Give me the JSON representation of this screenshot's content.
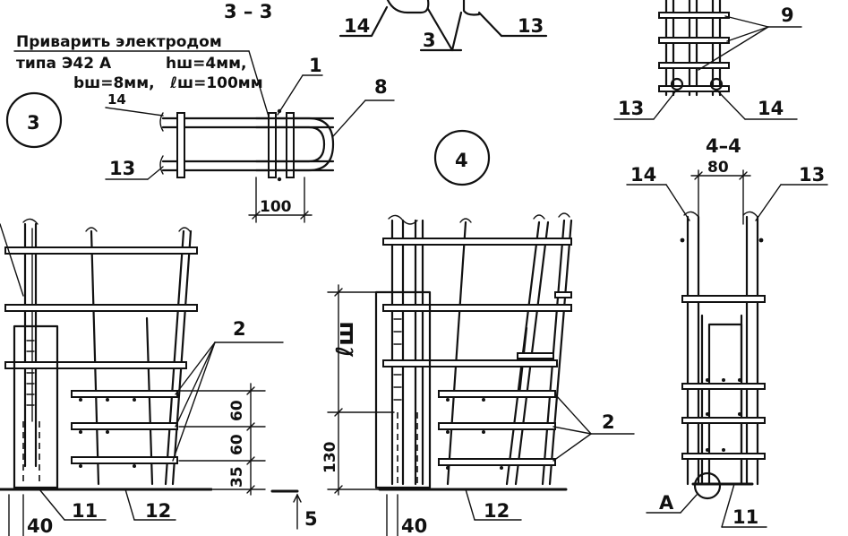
{
  "section_3_3": "3 – 3",
  "section_4_4": "4–4",
  "note": {
    "line1": "Приварить электродом",
    "line2": "типа Э42 А",
    "hw": "hш=4мм,",
    "bw": "bш=8мм,",
    "lw": "ℓш=100мм"
  },
  "node_3": "3",
  "node_4": "4",
  "labels": {
    "l1": "1",
    "l2": "2",
    "l3": "3",
    "l5": "5",
    "l8": "8",
    "l9": "9",
    "l11": "11",
    "l12": "12",
    "l13": "13",
    "l14": "14",
    "lA": "А"
  },
  "dims": {
    "d100": "100",
    "d80": "80",
    "d60a": "60",
    "d60b": "60",
    "d35": "35",
    "d40": "40",
    "d130": "130",
    "lw": "ℓш"
  },
  "colors": {
    "ink": "#111111",
    "paper": "#ffffff"
  }
}
